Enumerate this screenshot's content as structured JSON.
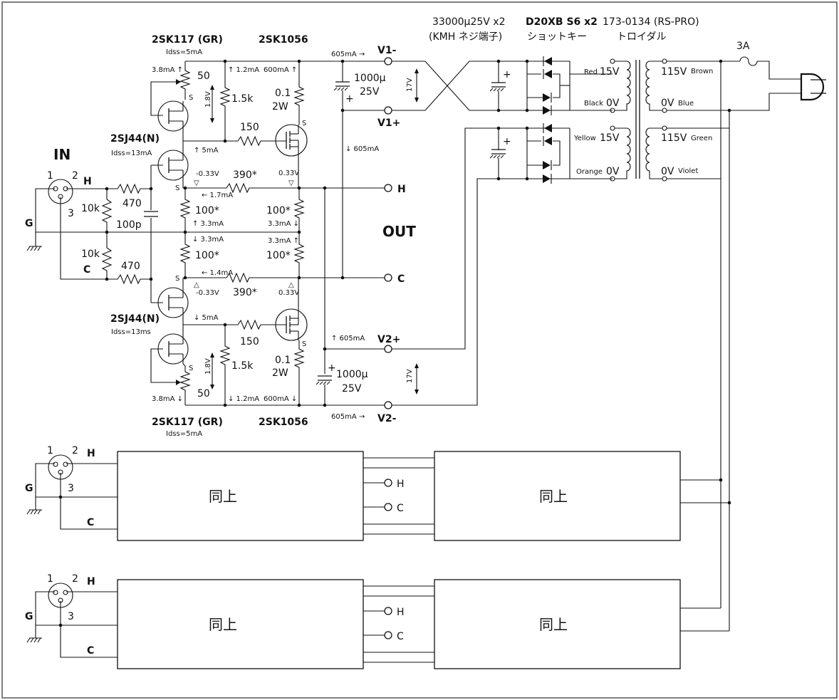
{
  "input": {
    "title": "IN",
    "pin1": "1",
    "pin2": "2",
    "pin3": "3",
    "h": "H",
    "g": "G",
    "c": "C"
  },
  "output": {
    "title": "OUT",
    "h": "H",
    "c": "C"
  },
  "fets": {
    "top_jfet_name": "2SK117 (GR)",
    "top_jfet_idss": "Idss=5mA",
    "bot_jfet_name": "2SK117 (GR)",
    "bot_jfet_idss": "Idss=5mA",
    "pj_top_name": "2SJ44(N)",
    "pj_top_idss": "Idss=13mA",
    "pj_bot_name": "2SJ44(N)",
    "pj_bot_idss": "Idss=13ms",
    "mos_top": "2SK1056",
    "mos_bot": "2SK1056",
    "source": "S"
  },
  "resistors": {
    "r50": "50",
    "r1k5": "1.5k",
    "r0_1": "0.1",
    "r2w": "2W",
    "r150": "150",
    "r390": "390*",
    "r100": "100*",
    "r470": "470",
    "r10k": "10k",
    "c100p": "100p"
  },
  "currents": {
    "c3_8_up": "3.8mA ↑",
    "c3_8_dn": "3.8mA ↓",
    "c1_2_up": "↑ 1.2mA",
    "c1_2_dn": "↓ 1.2mA",
    "c600_up": "600mA ↑",
    "c600_dn": "600mA ↓",
    "c5_up": "↑ 5mA",
    "c5_dn": "↓ 5mA",
    "c1_7": "← 1.7mA",
    "c1_4": "← 1.4mA",
    "c3_3_up": "↑ 3.3mA",
    "c3_3_dn": "↓ 3.3mA",
    "c3_3_r_dn": "3.3mA ↓",
    "c3_3_r_up": "3.3mA ↑",
    "c605_r1": "605mA →",
    "c605_dn": "↓ 605mA",
    "c605_up": "↑ 605mA",
    "c605_r2": "605mA →",
    "v_neg": "-0.33V",
    "v_pos": "0.33V",
    "v1_8": "1.8V",
    "v17": "17V"
  },
  "supply": {
    "v1m": "V1-",
    "v1p": "V1+",
    "v2p": "V2+",
    "v2m": "V2-",
    "cap_val": "1000μ",
    "cap_v": "25V",
    "plus": "+",
    "bigcap_1": "33000μ25V x2",
    "bigcap_2": "(KMH ネジ端子)",
    "diode_1": "D20XB S6 x2",
    "diode_2": "ショットキー",
    "trafo_1": "173-0134 (RS-PRO)",
    "trafo_2": "トロイダル",
    "fuse": "3A",
    "sec_red": "Red",
    "sec_15a": "15V",
    "sec_black": "Black",
    "sec_0a": "0V",
    "sec_yellow": "Yellow",
    "sec_15b": "15V",
    "sec_orange": "Orange",
    "sec_0b": "0V",
    "pri_115a": "115V",
    "pri_brown": "Brown",
    "pri_0a": "0V",
    "pri_blue": "Blue",
    "pri_115b": "115V",
    "pri_green": "Green",
    "pri_0b": "0V",
    "pri_violet": "Violet"
  },
  "channels": {
    "same": "同上",
    "ch2": {
      "pin1": "1",
      "pin2": "2",
      "pin3": "3",
      "h": "H",
      "g": "G",
      "c": "C",
      "out_h": "H",
      "out_c": "C"
    },
    "ch3": {
      "pin1": "1",
      "pin2": "2",
      "pin3": "3",
      "h": "H",
      "g": "G",
      "c": "C",
      "out_h": "H",
      "out_c": "C"
    }
  }
}
